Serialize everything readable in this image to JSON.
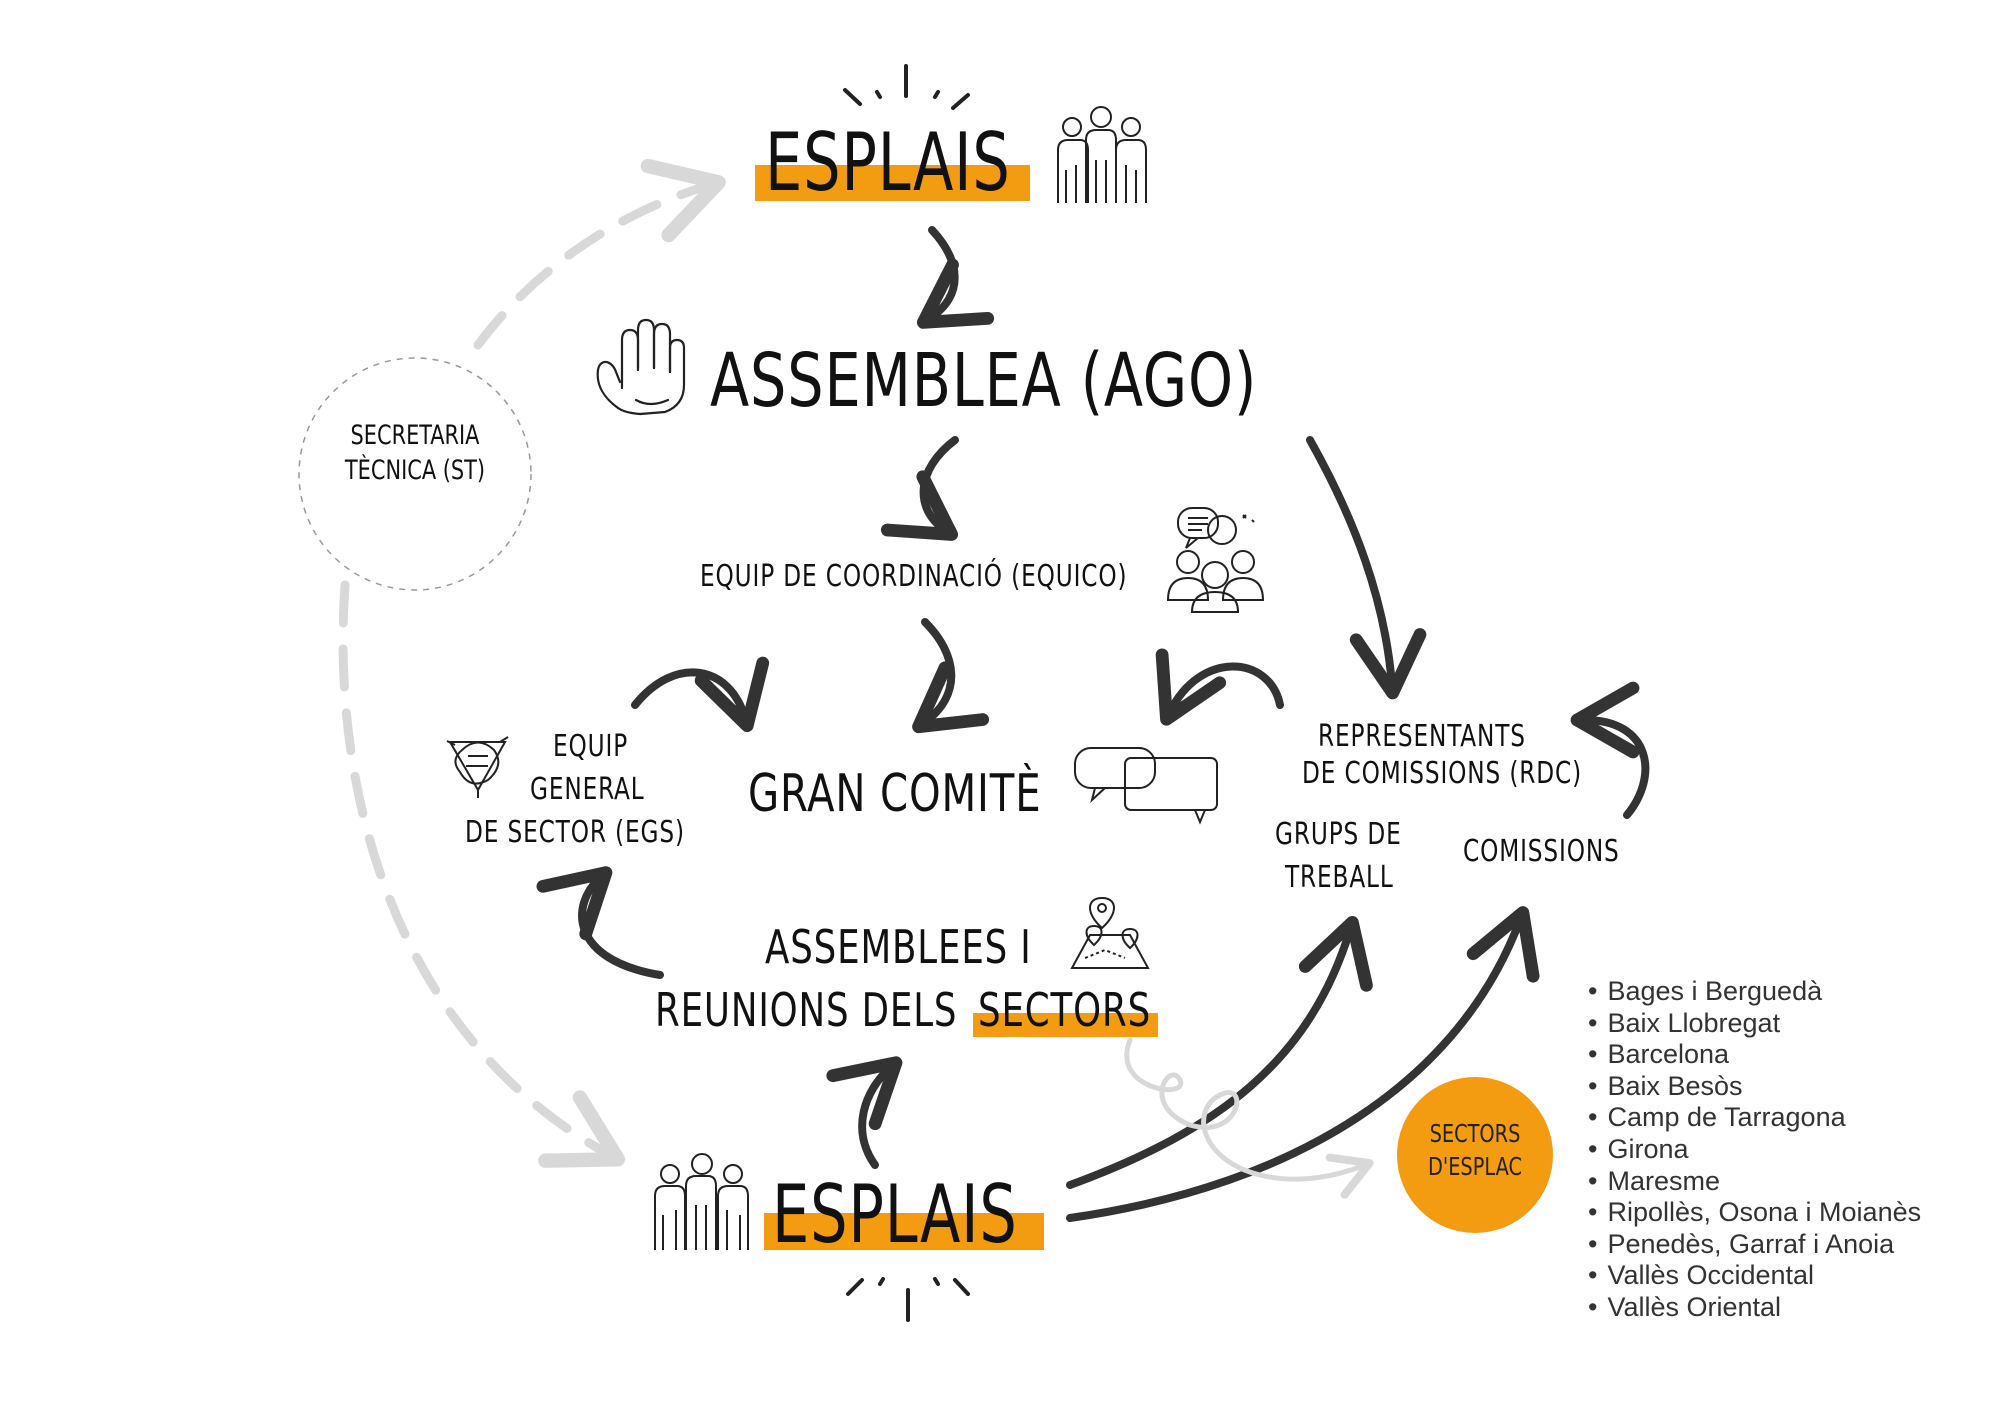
{
  "nodes": {
    "esplais_top": "ESPLAIS",
    "assemblea": "ASSEMBLEA (AGO)",
    "equico": "EQUIP DE COORDINACIÓ (EQUICO)",
    "gran_comite": "GRAN COMITÈ",
    "egs_line1": "EQUIP",
    "egs_line2": "GENERAL",
    "egs_line3": "DE SECTOR (EGS)",
    "rdc_line1": "REPRESENTANTS",
    "rdc_line2": "DE COMISSIONS (RdC)",
    "grups_line1": "GRUPS DE",
    "grups_line2": "TREBALL",
    "comissions": "COMISSIONS",
    "assemblees_line1": "ASSEMBLEES I",
    "assemblees_line2a": "REUNIONS DELS",
    "assemblees_line2b": "SECTORS",
    "esplais_bottom": "ESPLAIS",
    "st_line1": "SECRETARIA",
    "st_line2": "TÈCNICA (ST)",
    "sectors_badge_line1": "SECTORS",
    "sectors_badge_line2": "D'ESPLAC"
  },
  "sectors": [
    "Bages i Berguedà",
    "Baix Llobregat",
    "Barcelona",
    "Baix Besòs",
    "Camp de Tarragona",
    "Girona",
    "Maresme",
    "Ripollès, Osona i Moianès",
    "Penedès, Garraf i Anoia",
    "Vallès Occidental",
    "Vallès Oriental"
  ],
  "icons": [
    "people-group-icon",
    "raised-hand-icon",
    "meeting-chat-icon",
    "teamwork-hands-icon",
    "speech-bubbles-icon",
    "map-pins-icon"
  ],
  "colors": {
    "accent": "#f39c12",
    "arrow": "#333333",
    "dashed": "#d8d8d8",
    "text": "#111111"
  }
}
